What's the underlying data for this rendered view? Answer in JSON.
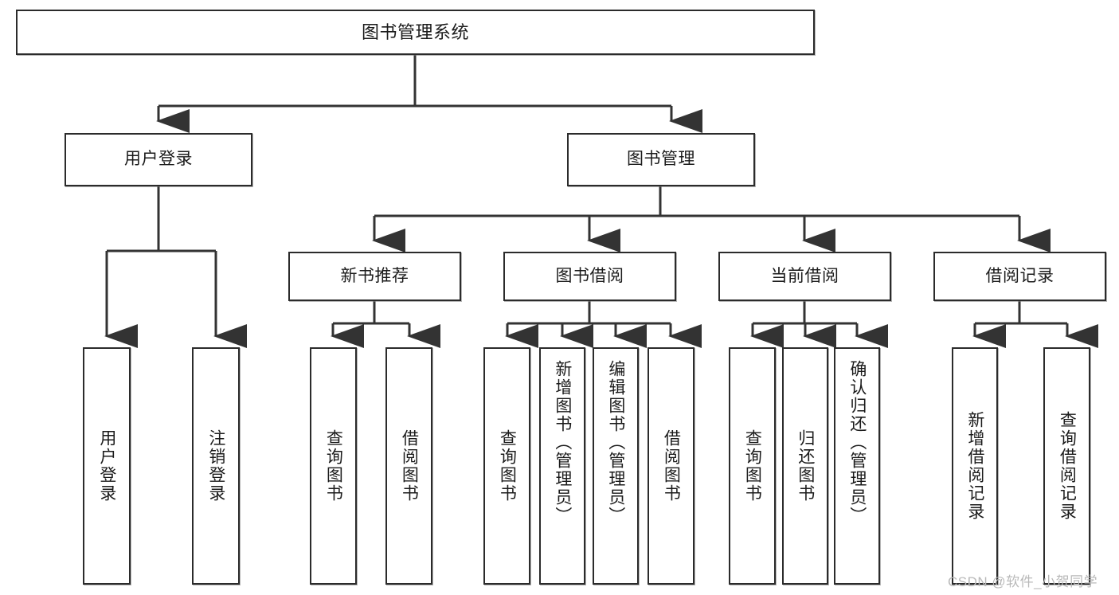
{
  "diagram": {
    "title": "图书管理系统",
    "type": "hierarchy-tree",
    "root": {
      "label": "图书管理系统"
    },
    "level2": [
      {
        "label": "用户登录"
      },
      {
        "label": "图书管理"
      }
    ],
    "level3": [
      {
        "label": "新书推荐"
      },
      {
        "label": "图书借阅"
      },
      {
        "label": "当前借阅"
      },
      {
        "label": "借阅记录"
      }
    ],
    "leaves": {
      "user_login": [
        {
          "label": "用户登录"
        },
        {
          "label": "注销登录"
        }
      ],
      "new_book": [
        {
          "label": "查询图书"
        },
        {
          "label": "借阅图书"
        }
      ],
      "book_borrow": [
        {
          "label": "查询图书"
        },
        {
          "label": "新增图书（管理员）"
        },
        {
          "label": "编辑图书（管理员）"
        },
        {
          "label": "借阅图书"
        }
      ],
      "current_borrow": [
        {
          "label": "查询图书"
        },
        {
          "label": "归还图书"
        },
        {
          "label": "确认归还（管理员）"
        }
      ],
      "borrow_record": [
        {
          "label": "新增借阅记录"
        },
        {
          "label": "查询借阅记录"
        }
      ]
    }
  },
  "watermark": {
    "text": "CSDN @软件_小贺同学"
  },
  "colors": {
    "box_border": "#2b2b2b",
    "line": "#333333",
    "text": "#1b1b1b",
    "background": "#ffffff",
    "watermark": "#b9b9b9"
  }
}
